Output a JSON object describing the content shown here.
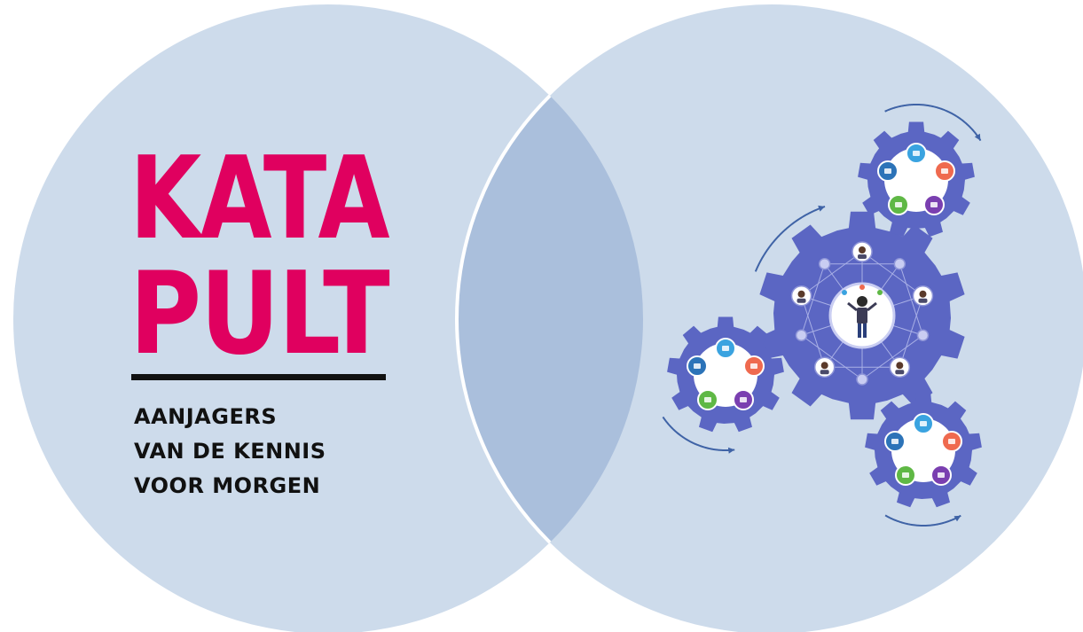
{
  "logo": {
    "line1": "KATA",
    "line2": "PULT",
    "tagline": [
      "AANJAGERS",
      "VAN DE KENNIS",
      "VOOR MORGEN"
    ]
  },
  "colors": {
    "circle_fill": "#cddbeb",
    "overlap_fill": "#aabfdc",
    "circle_stroke": "#ffffff",
    "brand_pink": "#e0005f",
    "text_dark": "#111111",
    "gear_fill": "#5b66c3",
    "gear_center": "#ffffff",
    "arrow_color": "#3f63a6",
    "node_colors": [
      "#2c73b8",
      "#3aa3e0",
      "#ef6a4f",
      "#7a3fb0",
      "#5fb845"
    ]
  },
  "illustration": {
    "main_gear_icon": "person-juggling-icon",
    "satellite_gear_icon": "app-icons-cluster"
  }
}
